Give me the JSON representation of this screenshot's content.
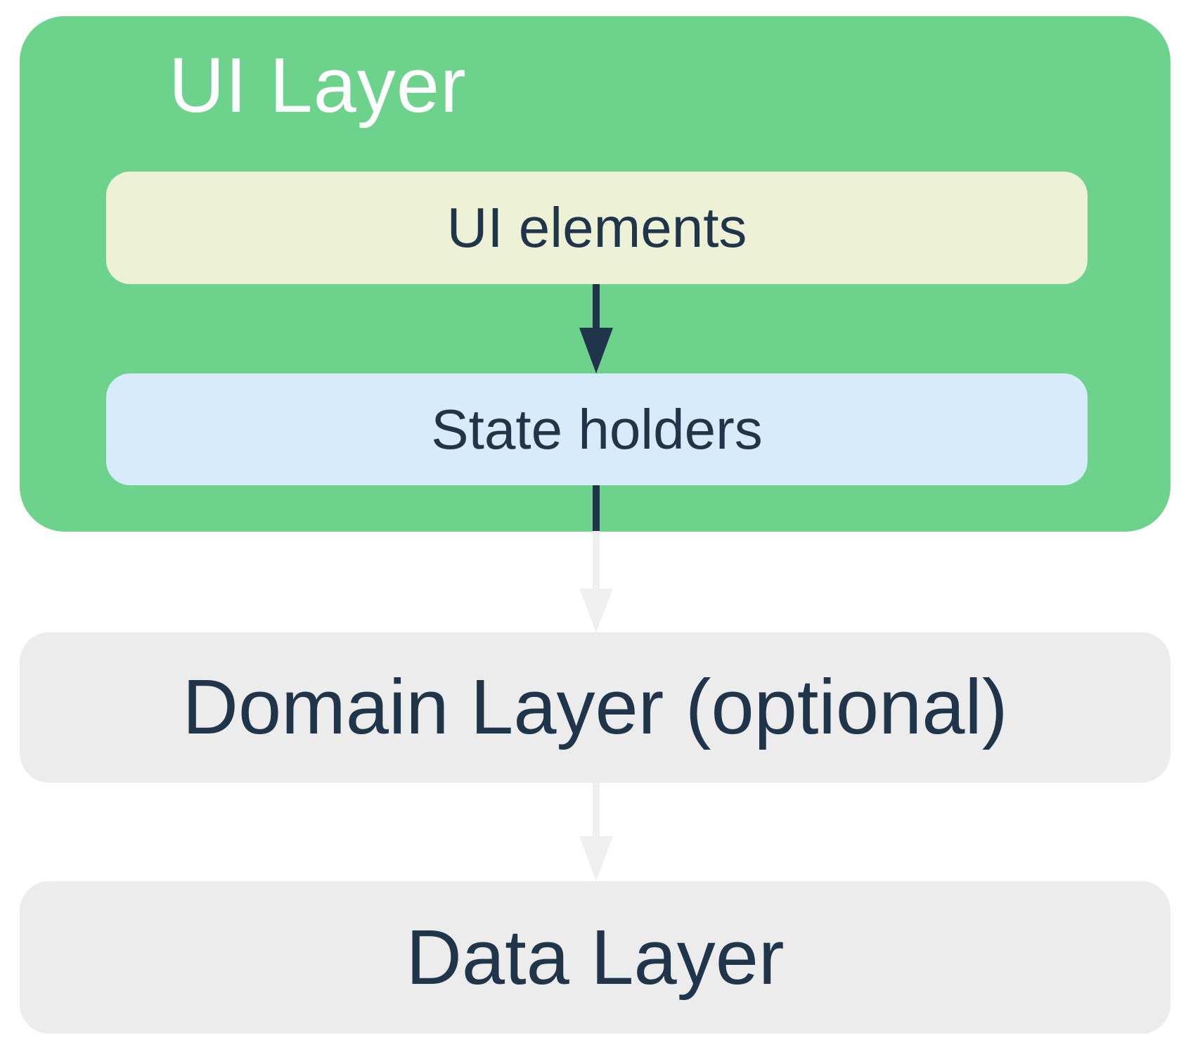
{
  "layers": {
    "ui": {
      "title": "UI Layer",
      "children": {
        "ui_elements": {
          "label": "UI elements"
        },
        "state_holders": {
          "label": "State holders"
        }
      }
    },
    "domain": {
      "label": "Domain Layer (optional)"
    },
    "data": {
      "label": "Data Layer"
    }
  },
  "connections": [
    {
      "from": "UI elements",
      "to": "State holders",
      "style": "dark"
    },
    {
      "from": "State holders",
      "to": "Domain Layer (optional)",
      "style": "dark-to-gray"
    },
    {
      "from": "Domain Layer (optional)",
      "to": "Data Layer",
      "style": "gray"
    }
  ],
  "colors": {
    "background": "#FFFFFF",
    "ui_layer_green": "#6DD38C",
    "ui_elements_cream": "#EDF2D6",
    "state_holders_blue": "#D7EBFA",
    "layer_gray": "#ECECEC",
    "arrow_gray": "#EFEFEF",
    "arrow_dark": "#20344A",
    "text_dark": "#20344A",
    "title_white": "#FFFFFF"
  }
}
